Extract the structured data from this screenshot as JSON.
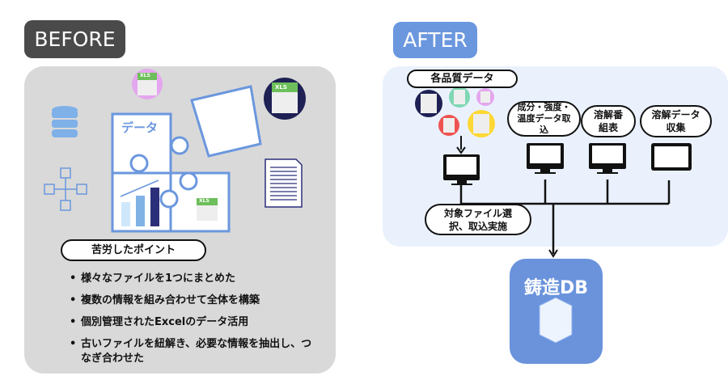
{
  "before": {
    "label": "BEFORE",
    "puzzle_text": "データ",
    "xls_text": "XLS",
    "pain_points_title": "苦労したポイント",
    "pain_points": [
      "様々なファイルを1つにまとめた",
      "複数の情報を組み合わせて全体を構築",
      "個別管理されたExcelのデータ活用",
      "古いファイルを紐解き、必要な情報を抽出し、つなぎ合わせた"
    ]
  },
  "after": {
    "label": "AFTER",
    "quality_data": "各品質データ",
    "sources": [
      "成分・強度・温度データ取込",
      "溶解番組表",
      "溶解データ収集"
    ],
    "select_import": "対象ファイル選択、取込実施",
    "database": "鋳造DB"
  },
  "colors": {
    "before_tag": "#4a4a4a",
    "before_panel": "#d9d9d9",
    "after_tag": "#6b97de",
    "after_panel": "#eaf1fd",
    "db_box": "#6a93dc",
    "puzzle_stroke": "#6b97de"
  }
}
